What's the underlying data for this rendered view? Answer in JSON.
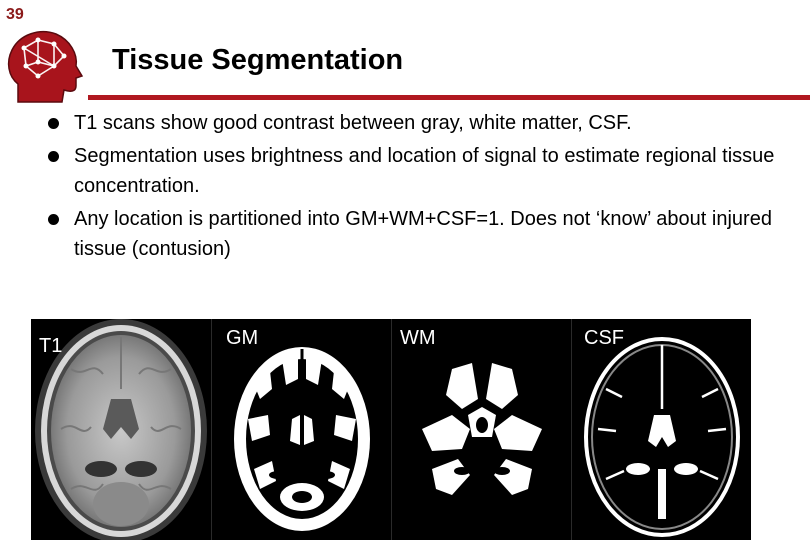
{
  "slide": {
    "number": "39"
  },
  "header": {
    "title": "Tissue Segmentation"
  },
  "bullets": [
    {
      "text": "T1 scans show good contrast between gray, white matter, CSF."
    },
    {
      "text": "Segmentation uses brightness and location of signal to estimate regional tissue concentration."
    },
    {
      "text": "Any location is partitioned into GM+WM+CSF=1. Does not ‘know’ about injured tissue (contusion)"
    }
  ],
  "panels": [
    {
      "label": "T1"
    },
    {
      "label": "GM"
    },
    {
      "label": "WM"
    },
    {
      "label": "CSF"
    }
  ],
  "colors": {
    "accent": "#b01820",
    "slide_number": "#8b1a1a",
    "panel_bg": "#000000"
  },
  "icons": {
    "logo": "head-brain-network-icon",
    "bullet": "filled-circle-bullet"
  }
}
